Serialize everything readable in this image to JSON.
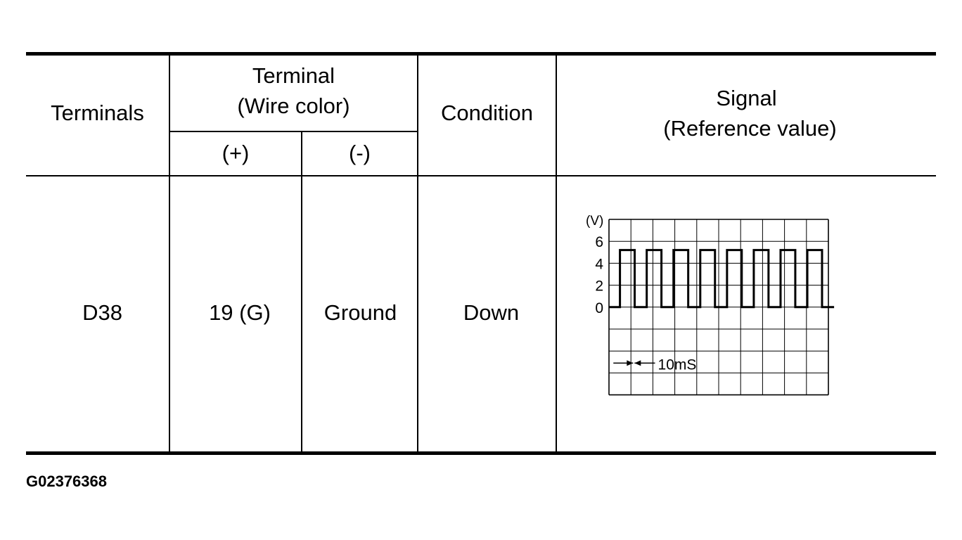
{
  "table": {
    "headers": {
      "terminals": "Terminals",
      "terminal_line1": "Terminal",
      "terminal_line2": "(Wire color)",
      "plus": "(+)",
      "minus": "(-)",
      "condition": "Condition",
      "signal_line1": "Signal",
      "signal_line2": "(Reference value)"
    },
    "row": {
      "terminals": "D38",
      "plus": "19 (G)",
      "minus": "Ground",
      "condition": "Down"
    }
  },
  "chart_data": {
    "type": "line",
    "description_note": "",
    "y_unit_label": "(V)",
    "y_ticks": [
      "6",
      "4",
      "2",
      "0"
    ],
    "time_division_label": "10mS",
    "signal": {
      "kind": "square-wave",
      "low_v": 0,
      "high_v": 5.2,
      "pulses": 8
    }
  },
  "caption": "G02376368"
}
